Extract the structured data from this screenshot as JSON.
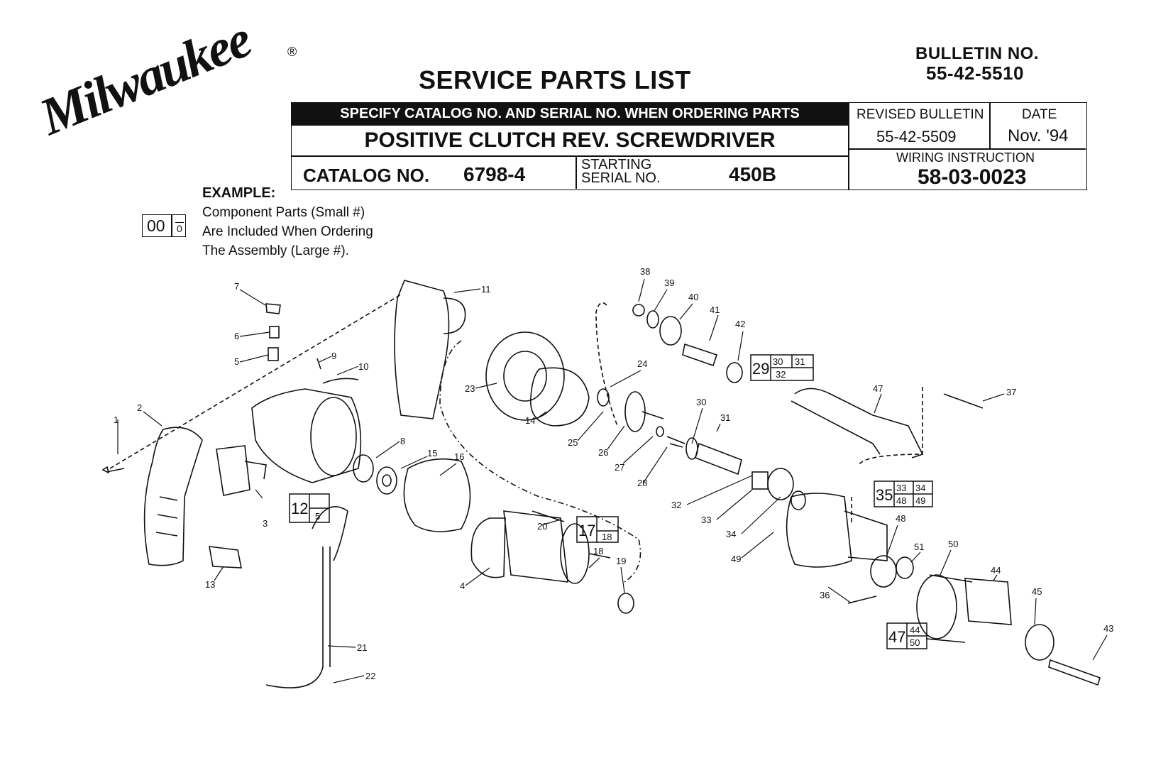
{
  "header": {
    "brand": "Milwaukee",
    "registered_mark": "®",
    "title": "SERVICE PARTS LIST",
    "bulletin_label": "BULLETIN NO.",
    "bulletin_value": "55-42-5510"
  },
  "info_table": {
    "banner": "SPECIFY CATALOG NO. AND SERIAL NO. WHEN ORDERING PARTS",
    "product_name": "POSITIVE CLUTCH REV. SCREWDRIVER",
    "catalog_label": "CATALOG NO.",
    "catalog_value": "6798-4",
    "starting_label_1": "STARTING",
    "starting_label_2": "SERIAL NO.",
    "serial_value": "450B",
    "revised_label": "REVISED BULLETIN",
    "revised_value": "55-42-5509",
    "date_label": "DATE",
    "date_value": "Nov. '94",
    "wiring_label": "WIRING INSTRUCTION",
    "wiring_value": "58-03-0023"
  },
  "example": {
    "label": "EXAMPLE:",
    "big_number": "00",
    "small_number": "0",
    "line_1": "Component Parts (Small #)",
    "line_2": "Are Included When Ordering",
    "line_3": "The Assembly (Large #)."
  },
  "callouts": [
    "1",
    "2",
    "3",
    "4",
    "5",
    "6",
    "7",
    "8",
    "9",
    "10",
    "11",
    "13",
    "14",
    "15",
    "16",
    "18",
    "19",
    "20",
    "21",
    "22",
    "23",
    "24",
    "25",
    "26",
    "27",
    "28",
    "30",
    "31",
    "32",
    "33",
    "34",
    "36",
    "37",
    "38",
    "39",
    "40",
    "41",
    "42",
    "43",
    "44",
    "45",
    "47",
    "48",
    "49",
    "50",
    "51"
  ],
  "assemblies": [
    {
      "big": "12",
      "small": [
        "5"
      ]
    },
    {
      "big": "17",
      "small": [
        "18"
      ]
    },
    {
      "big": "29",
      "small": [
        "30",
        "31",
        "32"
      ]
    },
    {
      "big": "35",
      "small": [
        "33",
        "34",
        "48",
        "49"
      ]
    },
    {
      "big": "47",
      "small": [
        "44",
        "50"
      ]
    }
  ]
}
